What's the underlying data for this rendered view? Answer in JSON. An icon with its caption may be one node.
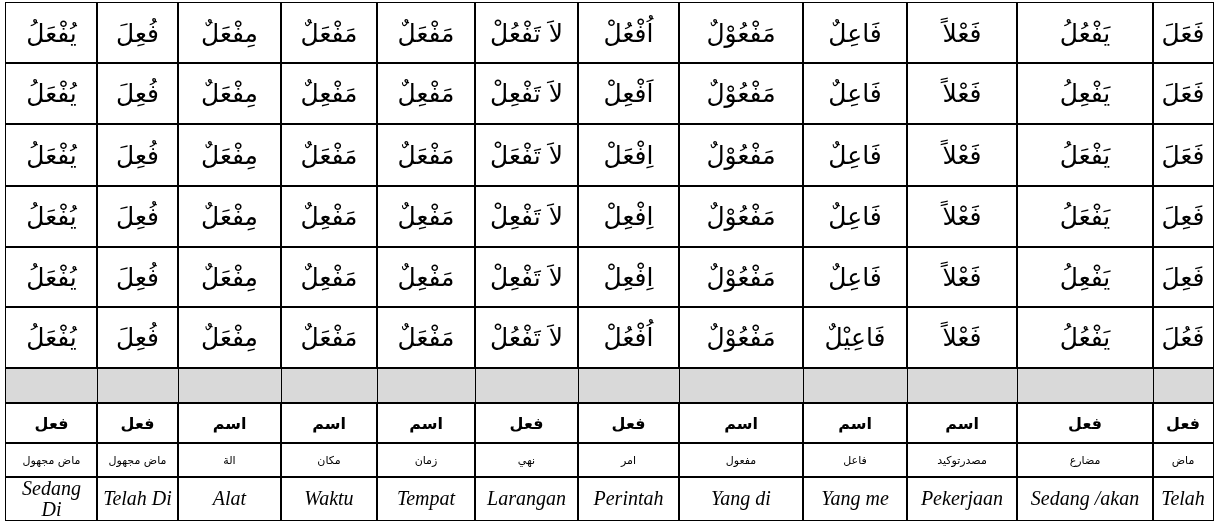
{
  "diagram": {
    "labels": [
      "فَعَلَ",
      "يَفْعُلُ",
      "فَعْلاً",
      "فَاعِلٌ",
      "مَفْعُوْلٌ",
      "اُفْعُلْ",
      "لاَ تَفْعُلْ",
      "مَفْعَلٌ",
      "مَفْعَلٌ",
      "مِفْعَلٌ",
      "فُعِلَ",
      "يُفْعَلُ",
      "فَعَلَ",
      "يَفْعِلُ",
      "فَعْلاً",
      "فَاعِلٌ",
      "مَفْعُوْلٌ",
      "اَفْعِلْ",
      "لاَ تَفْعِلْ",
      "مَفْعِلٌ",
      "مَفْعِلٌ",
      "مِفْعَلٌ",
      "فُعِلَ",
      "يُفْعَلُ",
      "فَعَلَ",
      "يَفْعَلُ",
      "فَعْلاً",
      "فَاعِلٌ",
      "مَفْعُوْلٌ",
      "اِفْعَلْ",
      "لاَ تَفْعَلْ",
      "مَفْعَلٌ",
      "مَفْعَلٌ",
      "مِفْعَلٌ",
      "فُعِلَ",
      "يُفْعَلُ",
      "فَعِلَ",
      "يَفْعَلُ",
      "فَعْلاً",
      "فَاعِلٌ",
      "مَفْعُوْلٌ",
      "اِفْعِلْ",
      "لاَ تَفْعِلْ",
      "مَفْعِلٌ",
      "مَفْعِلٌ",
      "مِفْعَلٌ",
      "فُعِلَ",
      "يُفْعَلُ",
      "فَعِلَ",
      "يَفْعِلُ",
      "فَعْلاً",
      "فَاعِلٌ",
      "مَفْعُوْلٌ",
      "اِفْعِلْ",
      "لاَ تَفْعِلْ",
      "مَفْعِلٌ",
      "مَفْعِلٌ",
      "مِفْعَلٌ",
      "فُعِلَ",
      "يُفْعَلُ",
      "فَعُلَ",
      "يَفْعُلُ",
      "فَعْلاً",
      "فَاعِيْلٌ",
      "مَفْعُوْلٌ",
      "اُفْعُلْ",
      "لاَ تَفْعُلْ",
      "مَفْعَلٌ",
      "مَفْعَلٌ",
      "مِفْعَلٌ",
      "فُعِلَ",
      "يُفْعَلُ",
      "فعل",
      "فعل",
      "اسم",
      "اسم",
      "اسم",
      "فعل",
      "فعل",
      "اسم",
      "اسم",
      "اسم",
      "فعل",
      "فعل",
      "ماض",
      "مضارع",
      "مصدرتوكيد",
      "فاعل",
      "مفعول",
      "امر",
      "نهي",
      "زمان",
      "مكان",
      "الة",
      "ماض مجهول",
      "ماض مجهول",
      "Telah",
      "Sedang /akan",
      "Pekerjaan",
      "Yang me",
      "Yang di",
      "Perintah",
      "Larangan",
      "Tempat",
      "Waktu",
      "Alat",
      "Telah Di",
      "Sedang Di"
    ]
  }
}
